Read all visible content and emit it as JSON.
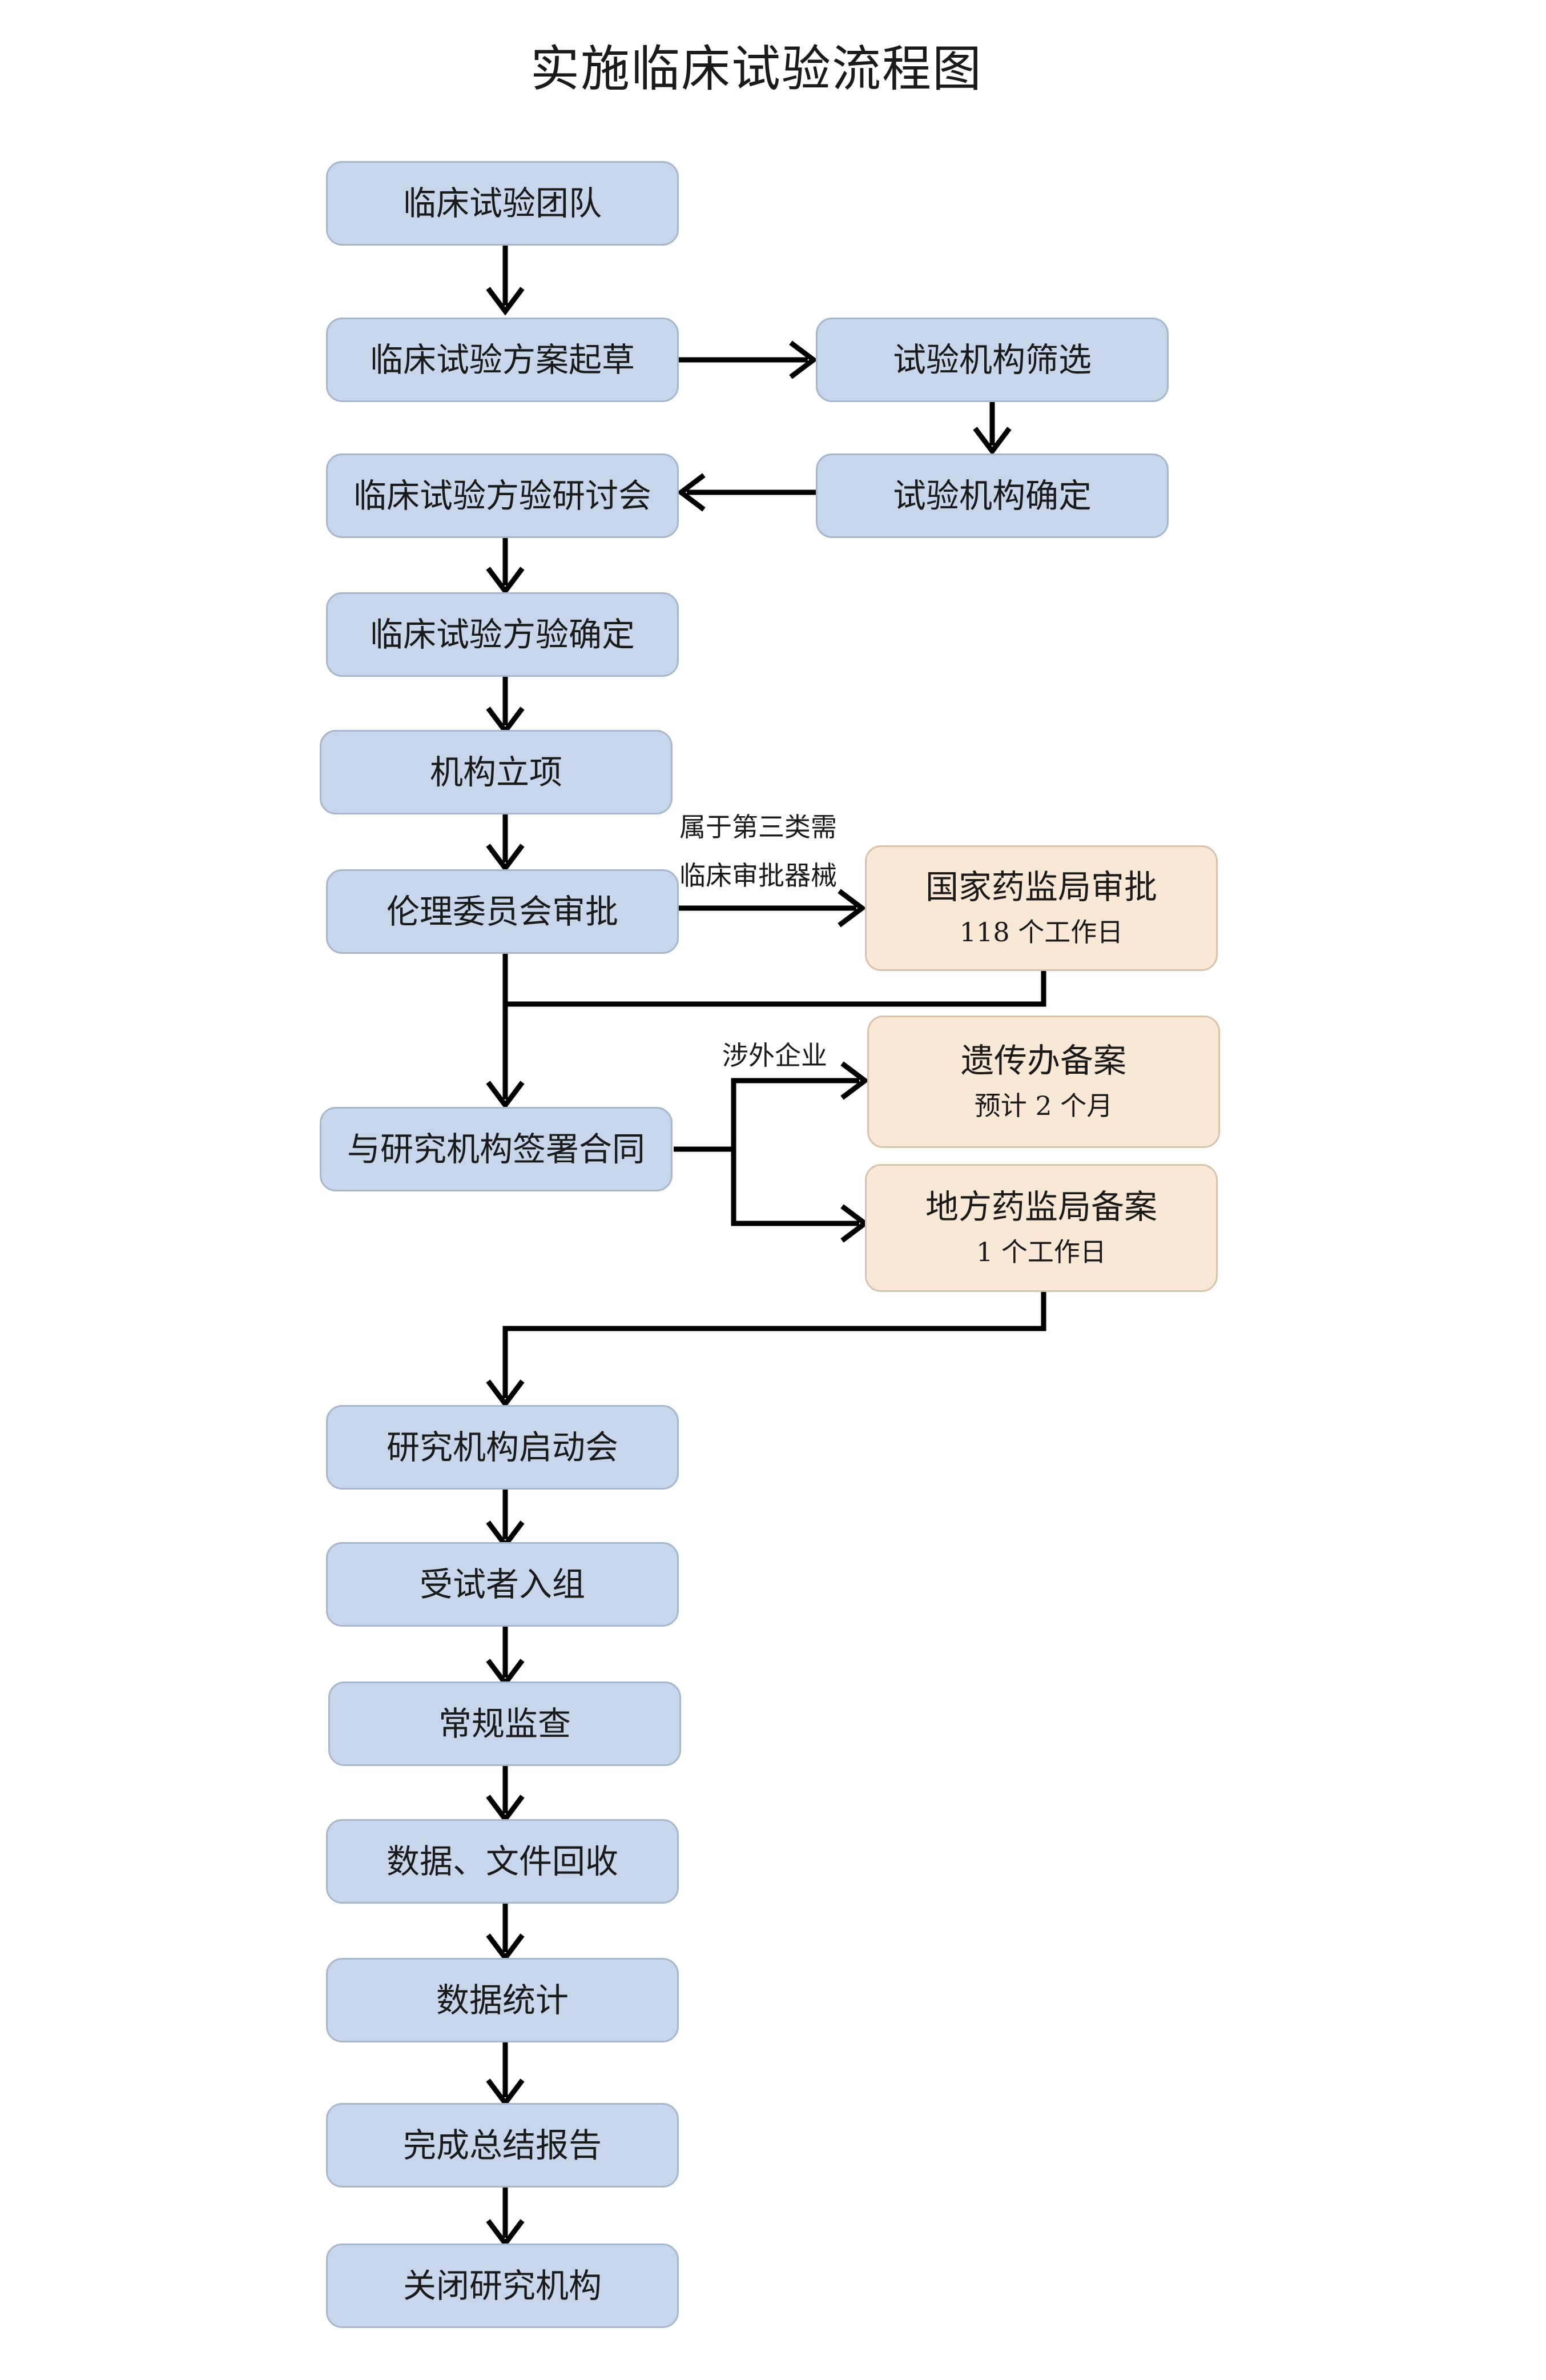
{
  "title": "实施临床试验流程图",
  "nodes": {
    "team": "临床试验团队",
    "draft": "临床试验方案起草",
    "screen": "试验机构筛选",
    "confirm_site": "试验机构确定",
    "seminar": "临床试验方验研讨会",
    "confirm_plan": "临床试验方验确定",
    "project": "机构立项",
    "ethics": "伦理委员会审批",
    "nmpa": {
      "title": "国家药监局审批",
      "detail": "118 个工作日"
    },
    "contract": "与研究机构签署合同",
    "genetic": {
      "title": "遗传办备案",
      "detail": "预计 2 个月"
    },
    "local": {
      "title": "地方药监局备案",
      "detail": "1 个工作日"
    },
    "kickoff": "研究机构启动会",
    "enroll": "受试者入组",
    "monitor": "常规监查",
    "collect": "数据、文件回收",
    "stats": "数据统计",
    "report": "完成总结报告",
    "close": "关闭研究机构"
  },
  "edge_labels": {
    "class3_line1": "属于第三类需",
    "class3_line2": "临床审批器械",
    "foreign": "涉外企业"
  },
  "colors": {
    "process_fill": "#c7d6ea",
    "approval_fill": "#fae8d6",
    "connector": "#000000"
  }
}
